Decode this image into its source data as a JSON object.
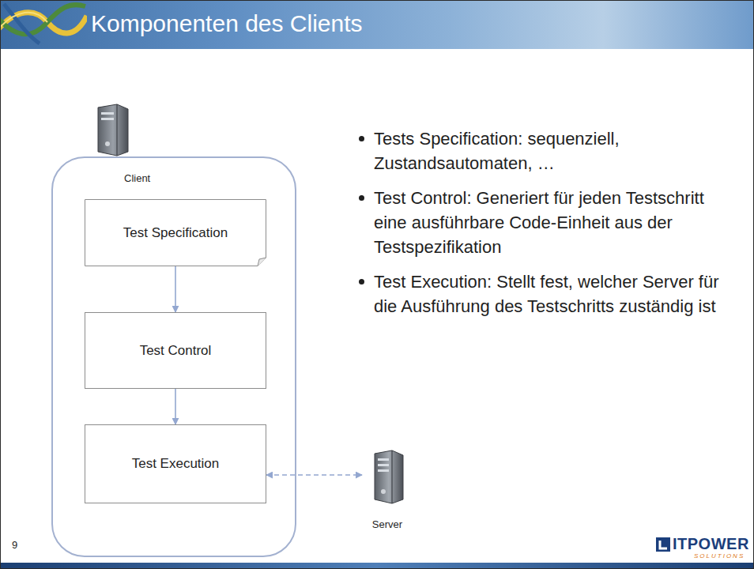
{
  "diagram": {
    "title": "Komponenten des Clients",
    "nodes": [
      {
        "text": [
          "Client"
        ]
      },
      {
        "text": [
          "Test Specification"
        ],
        "in": 0
      },
      {
        "text": [
          "Test Control"
        ],
        "in": 0
      },
      {
        "text": [
          "Test Execution"
        ],
        "in": 0
      },
      {
        "text": [
          "Server"
        ]
      }
    ],
    "edges": [
      {
        "from": 1,
        "to": 2,
        "arrow": "to"
      },
      {
        "from": 2,
        "to": 3,
        "arrow": "to"
      },
      {
        "from": 3,
        "to": 4,
        "arrow": "both"
      }
    ],
    "labels": [
      "Tests Specification: sequenziell, Zustandsautomaten, …",
      "Test Control: Generiert für jeden Testschritt eine ausführbare Code-Einheit aus der Testspezifikation",
      "Test Execution: Stellt fest, welcher Server für die Ausführung des Testschritts zuständig ist",
      "9",
      "ITPOWER",
      "SOLUTIONS"
    ]
  }
}
